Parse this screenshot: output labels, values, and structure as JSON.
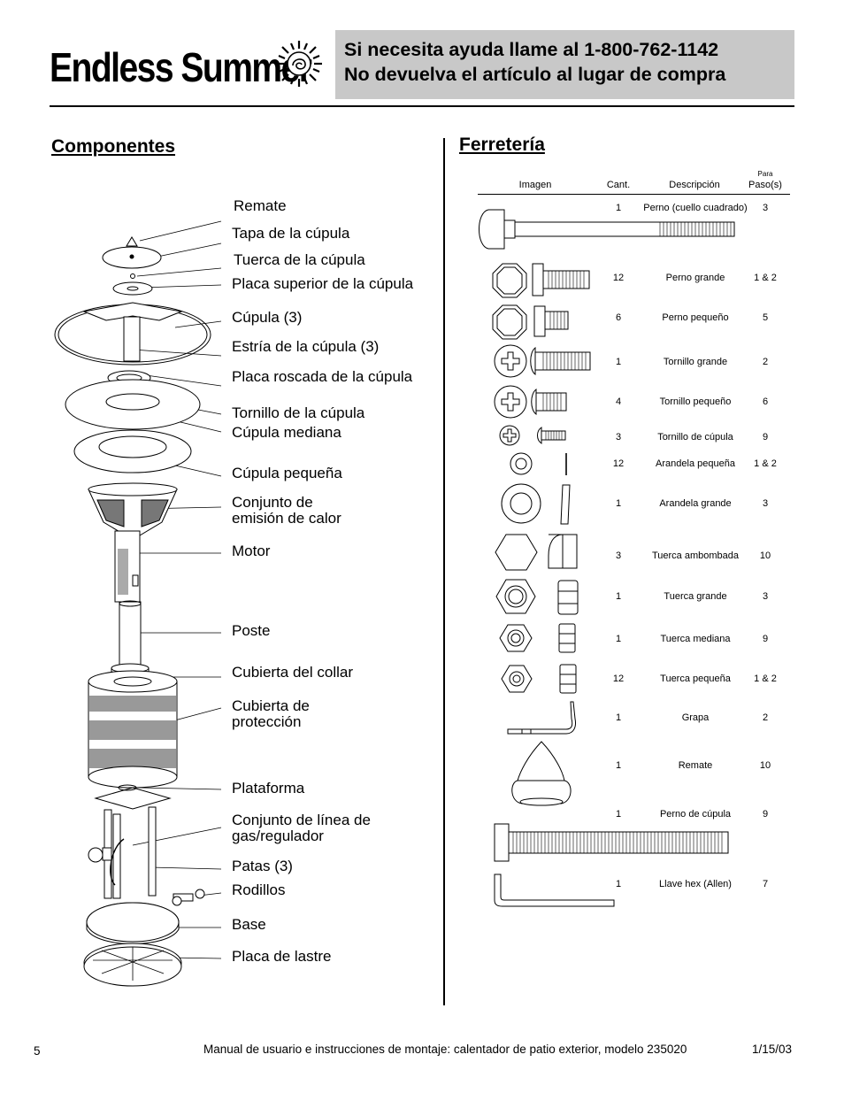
{
  "header": {
    "brand": "Endless Summer",
    "help_line1": "Si necesita ayuda llame al 1-800-762-1142",
    "help_line2": "No devuelva el artículo al lugar de compra"
  },
  "components": {
    "title": "Componentes",
    "labels": [
      "Remate",
      "Tapa de la cúpula",
      "Tuerca de la cúpula",
      "Placa superior de la cúpula",
      "Cúpula (3)",
      "Estría de la cúpula (3)",
      "Placa roscada de la cúpula",
      "Tornillo de la cúpula",
      "Cúpula mediana",
      "Cúpula pequeña",
      "Conjunto de\nemisión de calor",
      "Motor",
      "Poste",
      "Cubierta del collar",
      "Cubierta de\nprotección",
      "Plataforma",
      "Conjunto de línea de\ngas/regulador",
      "Patas (3)",
      "Rodillos",
      "Base",
      "Placa de lastre"
    ]
  },
  "hardware": {
    "title": "Ferretería",
    "headers": {
      "image": "Imagen",
      "qty": "Cant.",
      "desc": "Descripción",
      "step_small": "Para",
      "step": "Paso(s)"
    },
    "rows": [
      {
        "qty": "1",
        "desc": "Perno (cuello cuadrado)",
        "step": "3"
      },
      {
        "qty": "12",
        "desc": "Perno grande",
        "step": "1 & 2"
      },
      {
        "qty": "6",
        "desc": "Perno pequeño",
        "step": "5"
      },
      {
        "qty": "1",
        "desc": "Tornillo grande",
        "step": "2"
      },
      {
        "qty": "4",
        "desc": "Tornillo pequeño",
        "step": "6"
      },
      {
        "qty": "3",
        "desc": "Tornillo de cúpula",
        "step": "9"
      },
      {
        "qty": "12",
        "desc": "Arandela pequeña",
        "step": "1 & 2"
      },
      {
        "qty": "1",
        "desc": "Arandela grande",
        "step": "3"
      },
      {
        "qty": "3",
        "desc": "Tuerca ambombada",
        "step": "10"
      },
      {
        "qty": "1",
        "desc": "Tuerca grande",
        "step": "3"
      },
      {
        "qty": "1",
        "desc": "Tuerca mediana",
        "step": "9"
      },
      {
        "qty": "12",
        "desc": "Tuerca pequeña",
        "step": "1 & 2"
      },
      {
        "qty": "1",
        "desc": "Grapa",
        "step": "2"
      },
      {
        "qty": "1",
        "desc": "Remate",
        "step": "10"
      },
      {
        "qty": "1",
        "desc": "Perno de cúpula",
        "step": "9"
      },
      {
        "qty": "1",
        "desc": "Llave hex (Allen)",
        "step": "7"
      }
    ]
  },
  "footer": {
    "page": "5",
    "text": "Manual de usuario e instrucciones de montaje: calentador de patio exterior, modelo 235020",
    "date": "1/15/03"
  }
}
